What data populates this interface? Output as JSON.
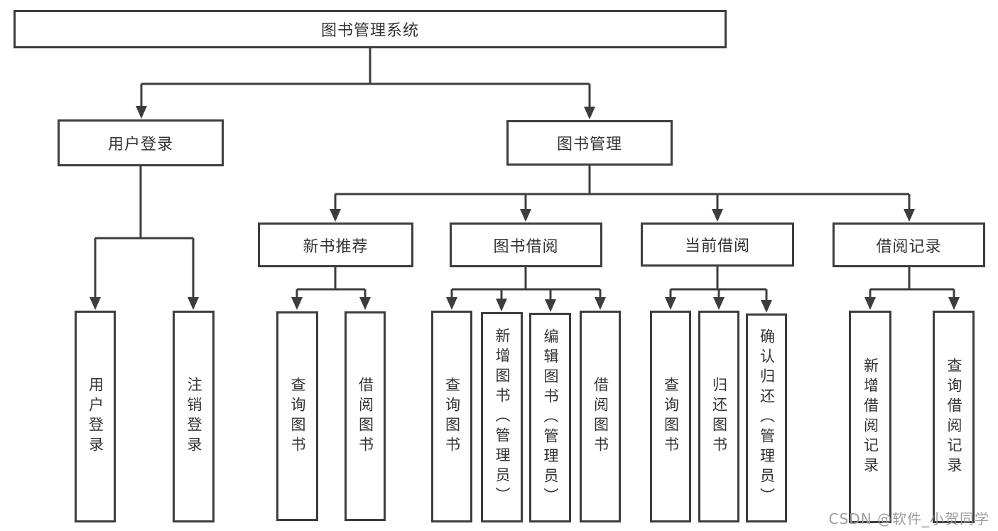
{
  "diagram": {
    "title": "图书管理系统",
    "branches": [
      {
        "label": "用户登录",
        "leaves": [
          "用户登录",
          "注销登录"
        ]
      },
      {
        "label": "图书管理",
        "groups": [
          {
            "label": "新书推荐",
            "leaves": [
              "查询图书",
              "借阅图书"
            ]
          },
          {
            "label": "图书借阅",
            "leaves": [
              "查询图书",
              "新增图书（管理员）",
              "编辑图书（管理员）",
              "借阅图书"
            ]
          },
          {
            "label": "当前借阅",
            "leaves": [
              "查询图书",
              "归还图书",
              "确认归还（管理员）"
            ]
          },
          {
            "label": "借阅记录",
            "leaves": [
              "新增借阅记录",
              "查询借阅记录"
            ]
          }
        ]
      }
    ]
  },
  "watermark": "CSDN @软件_小贺同学",
  "colors": {
    "line": "#3d3d3d",
    "text": "#333333",
    "box_background": "#ffffff",
    "watermark": "#9c9ca2"
  }
}
